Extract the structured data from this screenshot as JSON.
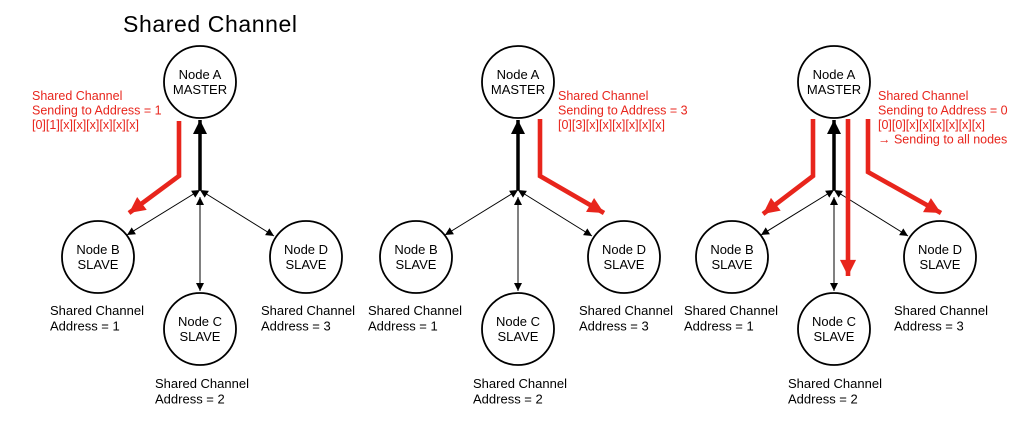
{
  "title": "Shared Channel",
  "colors": {
    "accent_red": "#e8251c",
    "line_black": "#000000"
  },
  "nodes": {
    "master": {
      "name": "Node A",
      "role": "MASTER"
    },
    "slave_b": {
      "name": "Node B",
      "role": "SLAVE",
      "caption_line1": "Shared Channel",
      "caption_line2": "Address = 1"
    },
    "slave_c": {
      "name": "Node C",
      "role": "SLAVE",
      "caption_line1": "Shared Channel",
      "caption_line2": "Address = 2"
    },
    "slave_d": {
      "name": "Node D",
      "role": "SLAVE",
      "caption_line1": "Shared Channel",
      "caption_line2": "Address = 3"
    }
  },
  "annotations": [
    {
      "lines": [
        "Shared Channel",
        "Sending to Address = 1",
        "[0][1][x][x][x][x][x][x]"
      ]
    },
    {
      "lines": [
        "Shared Channel",
        "Sending to Address = 3",
        "[0][3][x][x][x][x][x][x]"
      ]
    },
    {
      "lines": [
        "Shared Channel",
        "Sending to Address = 0",
        "[0][0][x][x][x][x][x][x]",
        "→ Sending to all nodes"
      ]
    }
  ]
}
